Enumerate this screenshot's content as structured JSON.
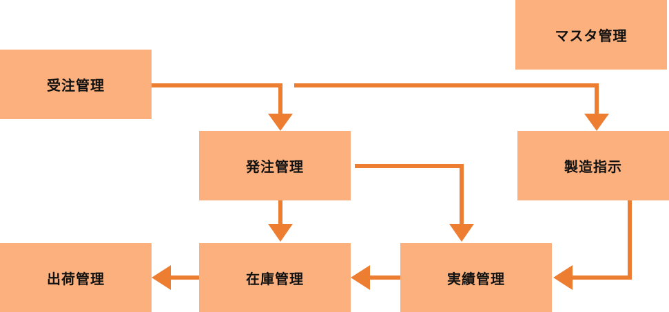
{
  "diagram": {
    "accent_color": "#fbb07d",
    "arrow_color": "#ed7d31",
    "nodes": {
      "juchu": "受注管理",
      "hatchu": "発注管理",
      "master": "マスタ管理",
      "seizo": "製造指示",
      "shukka": "出荷管理",
      "zaiko": "在庫管理",
      "jisseki": "実績管理"
    },
    "edges": [
      {
        "from": "juchu",
        "to": "hatchu"
      },
      {
        "from": "juchu",
        "to": "seizo"
      },
      {
        "from": "hatchu",
        "to": "zaiko"
      },
      {
        "from": "hatchu",
        "to": "jisseki"
      },
      {
        "from": "seizo",
        "to": "jisseki"
      },
      {
        "from": "jisseki",
        "to": "zaiko"
      },
      {
        "from": "zaiko",
        "to": "shukka"
      }
    ]
  }
}
